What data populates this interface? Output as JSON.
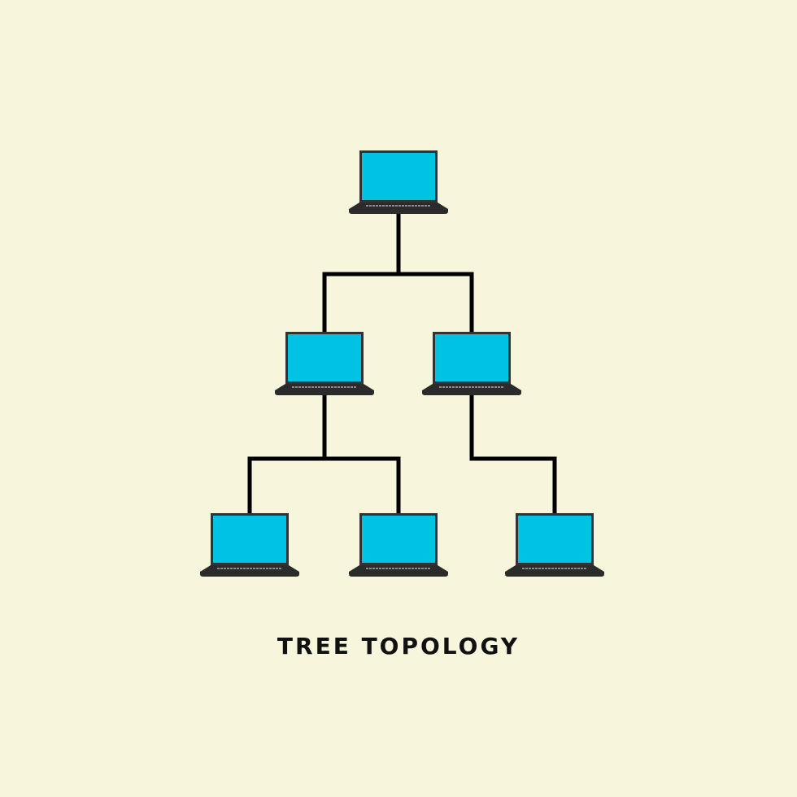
{
  "title": "TREE TOPOLOGY",
  "colors": {
    "background": "#f7f6dc",
    "screen": "#00c2e3",
    "frame": "#333333",
    "base": "#2b2b2b",
    "keys": "#8a8a8a",
    "connector": "#000000",
    "title": "#111111"
  },
  "nodes": [
    {
      "id": "root",
      "icon": "laptop-icon",
      "level": 0
    },
    {
      "id": "left-child",
      "icon": "laptop-icon",
      "level": 1
    },
    {
      "id": "right-child",
      "icon": "laptop-icon",
      "level": 1
    },
    {
      "id": "left-left-leaf",
      "icon": "laptop-icon",
      "level": 2
    },
    {
      "id": "left-right-leaf",
      "icon": "laptop-icon",
      "level": 2
    },
    {
      "id": "right-leaf",
      "icon": "laptop-icon",
      "level": 2
    }
  ],
  "edges": [
    {
      "from": "root",
      "to": "left-child"
    },
    {
      "from": "root",
      "to": "right-child"
    },
    {
      "from": "left-child",
      "to": "left-left-leaf"
    },
    {
      "from": "left-child",
      "to": "left-right-leaf"
    },
    {
      "from": "right-child",
      "to": "right-leaf"
    }
  ]
}
